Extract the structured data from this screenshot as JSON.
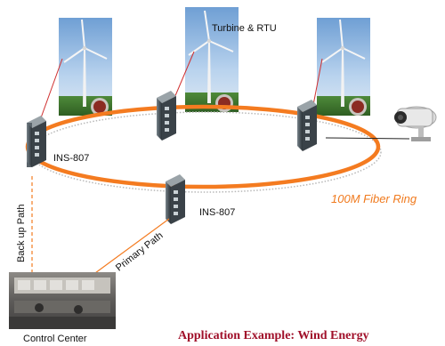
{
  "labels": {
    "turbine_rtu": "Turbine & RTU",
    "switch_left": "INS-807",
    "switch_bottom": "INS-807",
    "ring": "100M Fiber Ring",
    "backup_path": "Back up Path",
    "primary_path": "Primary Path",
    "control_center": "Control Center",
    "title": "Application Example: Wind Energy"
  },
  "colors": {
    "ring": "#f47b20",
    "title": "#a0102a",
    "ring_label": "#f07a1e"
  },
  "icons": [
    "wind-turbine-photo",
    "ethernet-switch",
    "ip-camera",
    "control-room-photo"
  ]
}
